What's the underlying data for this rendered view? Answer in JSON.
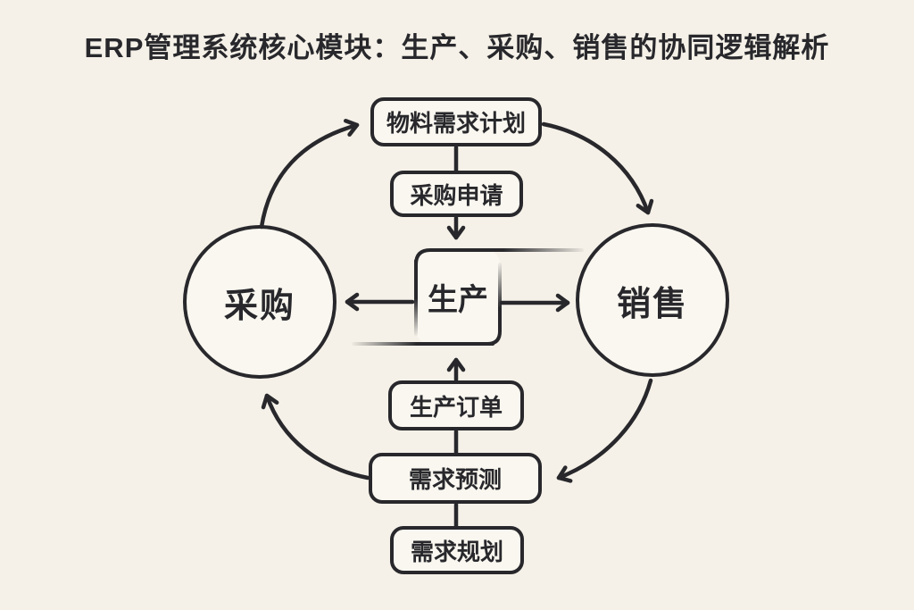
{
  "title": "ERP管理系统核心模块：生产、采购、销售的协同逻辑解析",
  "colors": {
    "background": "#F5F1E8",
    "node_fill": "#FAF7F0",
    "ink": "#28282C"
  },
  "nodes": {
    "mrp": {
      "label": "物料需求计划",
      "shape": "rounded-box"
    },
    "purchase_req": {
      "label": "采购申请",
      "shape": "rounded-box"
    },
    "production": {
      "label": "生产",
      "shape": "brushed-box"
    },
    "procurement": {
      "label": "采购",
      "shape": "circle"
    },
    "sales": {
      "label": "销售",
      "shape": "circle"
    },
    "prod_order": {
      "label": "生产订单",
      "shape": "rounded-box"
    },
    "forecast": {
      "label": "需求预测",
      "shape": "rounded-box"
    },
    "planning": {
      "label": "需求规划",
      "shape": "rounded-box"
    }
  },
  "edges": [
    {
      "from": "procurement",
      "to": "mrp",
      "style": "curved",
      "arrow": true
    },
    {
      "from": "mrp",
      "to": "sales",
      "style": "curved",
      "arrow": true
    },
    {
      "from": "sales",
      "to": "forecast",
      "style": "curved",
      "arrow": true
    },
    {
      "from": "forecast",
      "to": "procurement",
      "style": "curved",
      "arrow": true
    },
    {
      "from": "mrp",
      "to": "purchase_req",
      "style": "straight",
      "arrow": false
    },
    {
      "from": "purchase_req",
      "to": "production",
      "style": "straight",
      "arrow": true
    },
    {
      "from": "production",
      "to": "procurement",
      "style": "straight",
      "arrow": true
    },
    {
      "from": "production",
      "to": "sales",
      "style": "straight",
      "arrow": true
    },
    {
      "from": "prod_order",
      "to": "production",
      "style": "straight",
      "arrow": true
    },
    {
      "from": "forecast",
      "to": "prod_order",
      "style": "straight",
      "arrow": false
    },
    {
      "from": "planning",
      "to": "forecast",
      "style": "straight",
      "arrow": false
    }
  ]
}
